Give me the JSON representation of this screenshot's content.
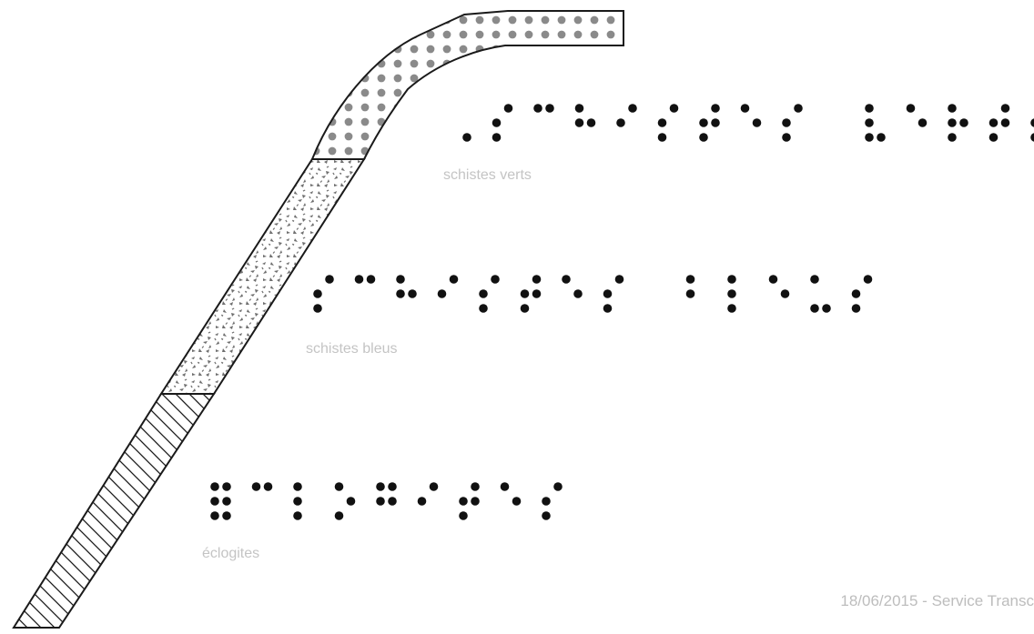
{
  "layers": [
    {
      "id": "schistes-verts",
      "label": "schistes verts",
      "pattern": "dots",
      "braille": "⠠⠎⠉⠓⠊⠎⠞⠑⠎ ⠧⠑⠗⠞⠎"
    },
    {
      "id": "schistes-bleus",
      "label": "schistes bleus",
      "pattern": "speckle",
      "braille": "⠎⠉⠓⠊⠎⠞⠑⠎ ⠃⠇⠑⠥⠎"
    },
    {
      "id": "eclogites",
      "label": "éclogites",
      "pattern": "hatch",
      "braille": "⠿⠉⠇⠕⠛⠊⠞⠑⠎"
    }
  ],
  "footer": "18/06/2015 - Service Transc",
  "colors": {
    "outline": "#1a1a1a",
    "dot_fill": "#8a8a8a",
    "speckle": "#6e6e6e",
    "hatch": "#1a1a1a",
    "label_text": "#c4c4c4",
    "braille_dot": "#111111"
  }
}
